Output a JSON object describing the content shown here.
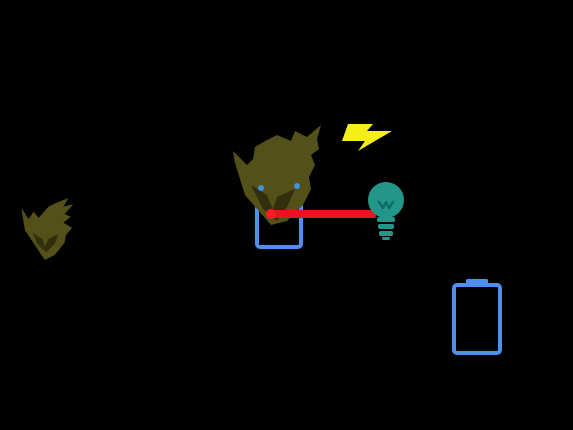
{
  "scene": {
    "background": "#000000",
    "entities": [
      {
        "kind": "demon",
        "label": "demon-small"
      },
      {
        "kind": "demon",
        "label": "demon-large-holding-wire"
      },
      {
        "kind": "battery",
        "label": "battery-under-demon",
        "state": "empty"
      },
      {
        "kind": "battery",
        "label": "battery-right",
        "state": "empty"
      },
      {
        "kind": "light-bulb",
        "label": "bulb",
        "state": "unlit"
      },
      {
        "kind": "lightning-bolt",
        "label": "energy-spark"
      },
      {
        "kind": "wire",
        "label": "red-wire",
        "connects": [
          "battery-under-demon",
          "bulb"
        ]
      }
    ]
  },
  "colors": {
    "demon": "#54501a",
    "demon_dark": "#322f0c",
    "demon_eyes": "#3f93e6",
    "battery_outline": "#4d90ee",
    "wire": "#e81220",
    "wire_end": "#ff1a28",
    "bulb": "#23968a",
    "bulb_dark": "#0f6b63",
    "bolt": "#f4ef19"
  }
}
